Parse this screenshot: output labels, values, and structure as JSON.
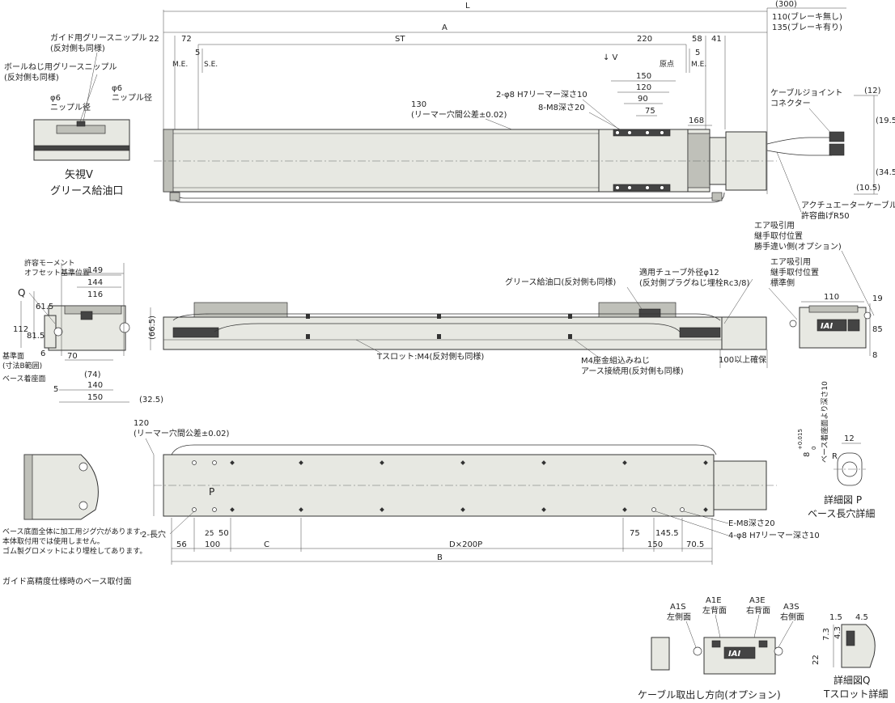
{
  "top_view": {
    "dims": {
      "L": "L",
      "A": "A",
      "ST": "ST",
      "d300": "(300)",
      "d110": "110(ブレーキ無し)",
      "d135": "135(ブレーキ有り)",
      "d22": "22",
      "d72": "72",
      "d5a": "5",
      "d220": "220",
      "d58": "58",
      "d41": "41",
      "d5b": "5",
      "me_left": "M.E.",
      "se": "S.E.",
      "origin": "原点",
      "me_right": "M.E.",
      "d150": "150",
      "d120": "120",
      "d90": "90",
      "d75": "75",
      "d168": "168",
      "d12": "(12)",
      "d19_5": "(19.5)",
      "d34_5": "(34.5)",
      "d10_5": "(10.5)"
    },
    "notes": {
      "guide_grease": "ガイド用グリースニップル",
      "guide_grease_sub": "(反対側も同様)",
      "ball_grease": "ボールねじ用グリースニップル",
      "ball_grease_sub": "(反対側も同様)",
      "phi6_a": "φ6",
      "nipple_a": "ニップル径",
      "phi6_b": "φ6",
      "nipple_b": "ニップル径",
      "view_v": "↓ V",
      "reamer": "2-φ8 H7リーマー深さ10",
      "m8": "8-M8深さ20",
      "d130": "130",
      "reamer_tol": "(リーマー穴間公差±0.02)",
      "cable_joint": "ケーブルジョイント",
      "connector": "コネクター",
      "actuator_cable": "アクチュエーターケーブル",
      "bend": "許容曲げR50"
    },
    "view_title": "矢視V",
    "view_sub": "グリース給油口"
  },
  "side_view": {
    "moment": "許容モーメント",
    "moment_sub": "オフセット基準位置",
    "q": "Q",
    "d149": "149",
    "d144": "144",
    "d116": "116",
    "d61_5": "61.5",
    "d112": "112",
    "d81_5": "81.5",
    "d6": "6",
    "d70": "70",
    "d74": "(74)",
    "d140": "140",
    "d150": "150",
    "d5": "5",
    "d66_5": "(66.5)",
    "d32_5": "(32.5)",
    "ref_face": "基準面",
    "ref_face_sub": "(寸法B範囲)",
    "base_face": "ベース着座面",
    "grease_port": "グリース給油口(反対側も同様)",
    "tube": "適用チューブ外径φ12",
    "tube_sub": "(反対側プラグねじ埋栓Rc3/8)",
    "tslot": "Tスロット:M4(反対側も同様)",
    "m4": "M4座金組込みねじ",
    "m4_sub": "アース接続用(反対側も同様)",
    "d100": "100以上確保",
    "air_opt": "エア吸引用",
    "air_opt_2": "継手取付位置",
    "air_opt_3": "勝手違い側(オプション)",
    "air_std": "エア吸引用",
    "air_std_2": "継手取付位置",
    "air_std_3": "標準側",
    "d110": "110",
    "d19": "19",
    "d85": "85",
    "d8": "8",
    "logo": "IAI"
  },
  "bottom_view": {
    "d120": "120",
    "tol": "(リーマー穴間公差±0.02)",
    "p": "P",
    "note1": "ベース底面全体に加工用ジグ穴があります。",
    "note2": "本体取付用では使用しません。",
    "note3": "ゴム製グロメットにより埋栓してあります。",
    "slot": "2-長穴",
    "d56": "56",
    "d100": "100",
    "d25": "25",
    "d50": "50",
    "dC": "C",
    "dD": "D×200P",
    "d75": "75",
    "d145_5": "145.5",
    "d150": "150",
    "d70_5": "70.5",
    "dB": "B",
    "em8": "E-M8深さ20",
    "reamer4": "4-φ8 H7リーマー深さ10",
    "caption": "ガイド高精度仕様時のベース取付面"
  },
  "detail_p": {
    "depth": "ベース着座面より深さ10",
    "tol": "8",
    "tol_sup": "+0.015",
    "tol_sub": "0",
    "d12": "12",
    "r": "R",
    "title": "詳細図 P",
    "sub": "ベース長穴詳細"
  },
  "cable_option": {
    "a1s": "A1S",
    "a1s_sub": "左側面",
    "a1e": "A1E",
    "a1e_sub": "左背面",
    "a3e": "A3E",
    "a3e_sub": "右背面",
    "a3s": "A3S",
    "a3s_sub": "右側面",
    "logo": "IAI",
    "caption": "ケーブル取出し方向(オプション)"
  },
  "detail_q": {
    "d1_5": "1.5",
    "d4_5": "4.5",
    "d7_3": "7.3",
    "d4_3": "4.3",
    "d22": "22",
    "title": "詳細図Q",
    "sub": "Tスロット詳細"
  }
}
